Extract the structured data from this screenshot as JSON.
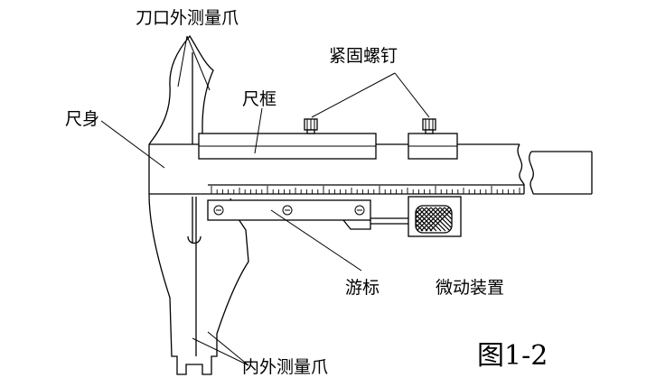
{
  "labels": {
    "blade_jaw": "刀口外测量爪",
    "lock_screw": "紧固螺钉",
    "frame": "尺框",
    "body": "尺身",
    "vernier": "游标",
    "fine_adjust": "微动装置",
    "inner_outer_jaw": "内外测量爪"
  },
  "figure_label": "图1-2"
}
